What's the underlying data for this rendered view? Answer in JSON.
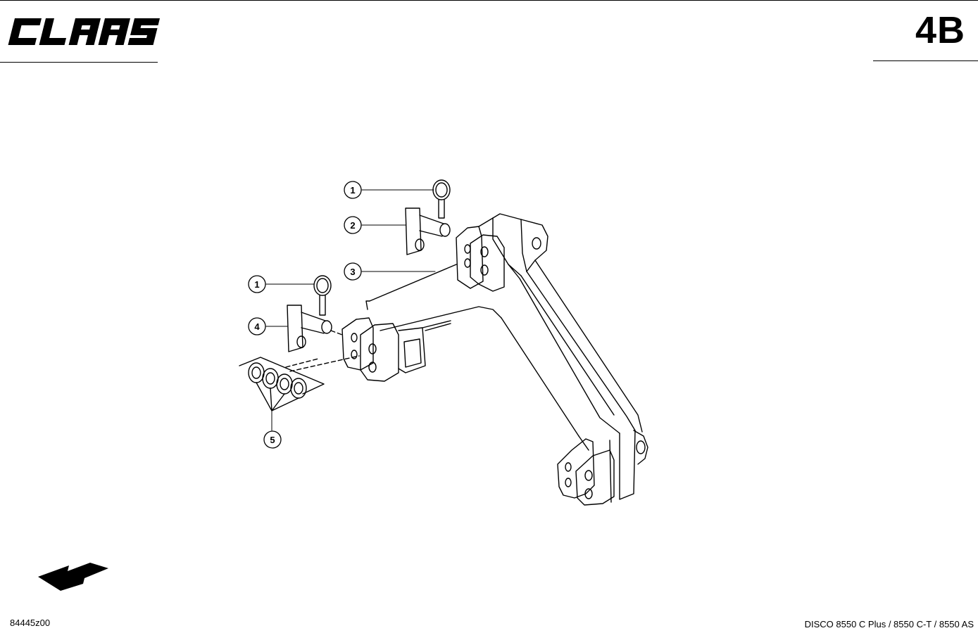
{
  "header": {
    "brand_logo_text": "CLAAS",
    "page_number": "4B"
  },
  "diagram": {
    "callouts": [
      {
        "id": "callout-1-upper",
        "label": "1"
      },
      {
        "id": "callout-2",
        "label": "2"
      },
      {
        "id": "callout-3",
        "label": "3"
      },
      {
        "id": "callout-1-lower",
        "label": "1"
      },
      {
        "id": "callout-4",
        "label": "4"
      },
      {
        "id": "callout-5",
        "label": "5"
      }
    ]
  },
  "footer": {
    "drawing_code": "84445z00",
    "model_label": "DISCO 8550 C Plus / 8550 C-T / 8550 AS"
  },
  "icons": {
    "direction_arrow": "travel-direction-arrow-icon"
  }
}
